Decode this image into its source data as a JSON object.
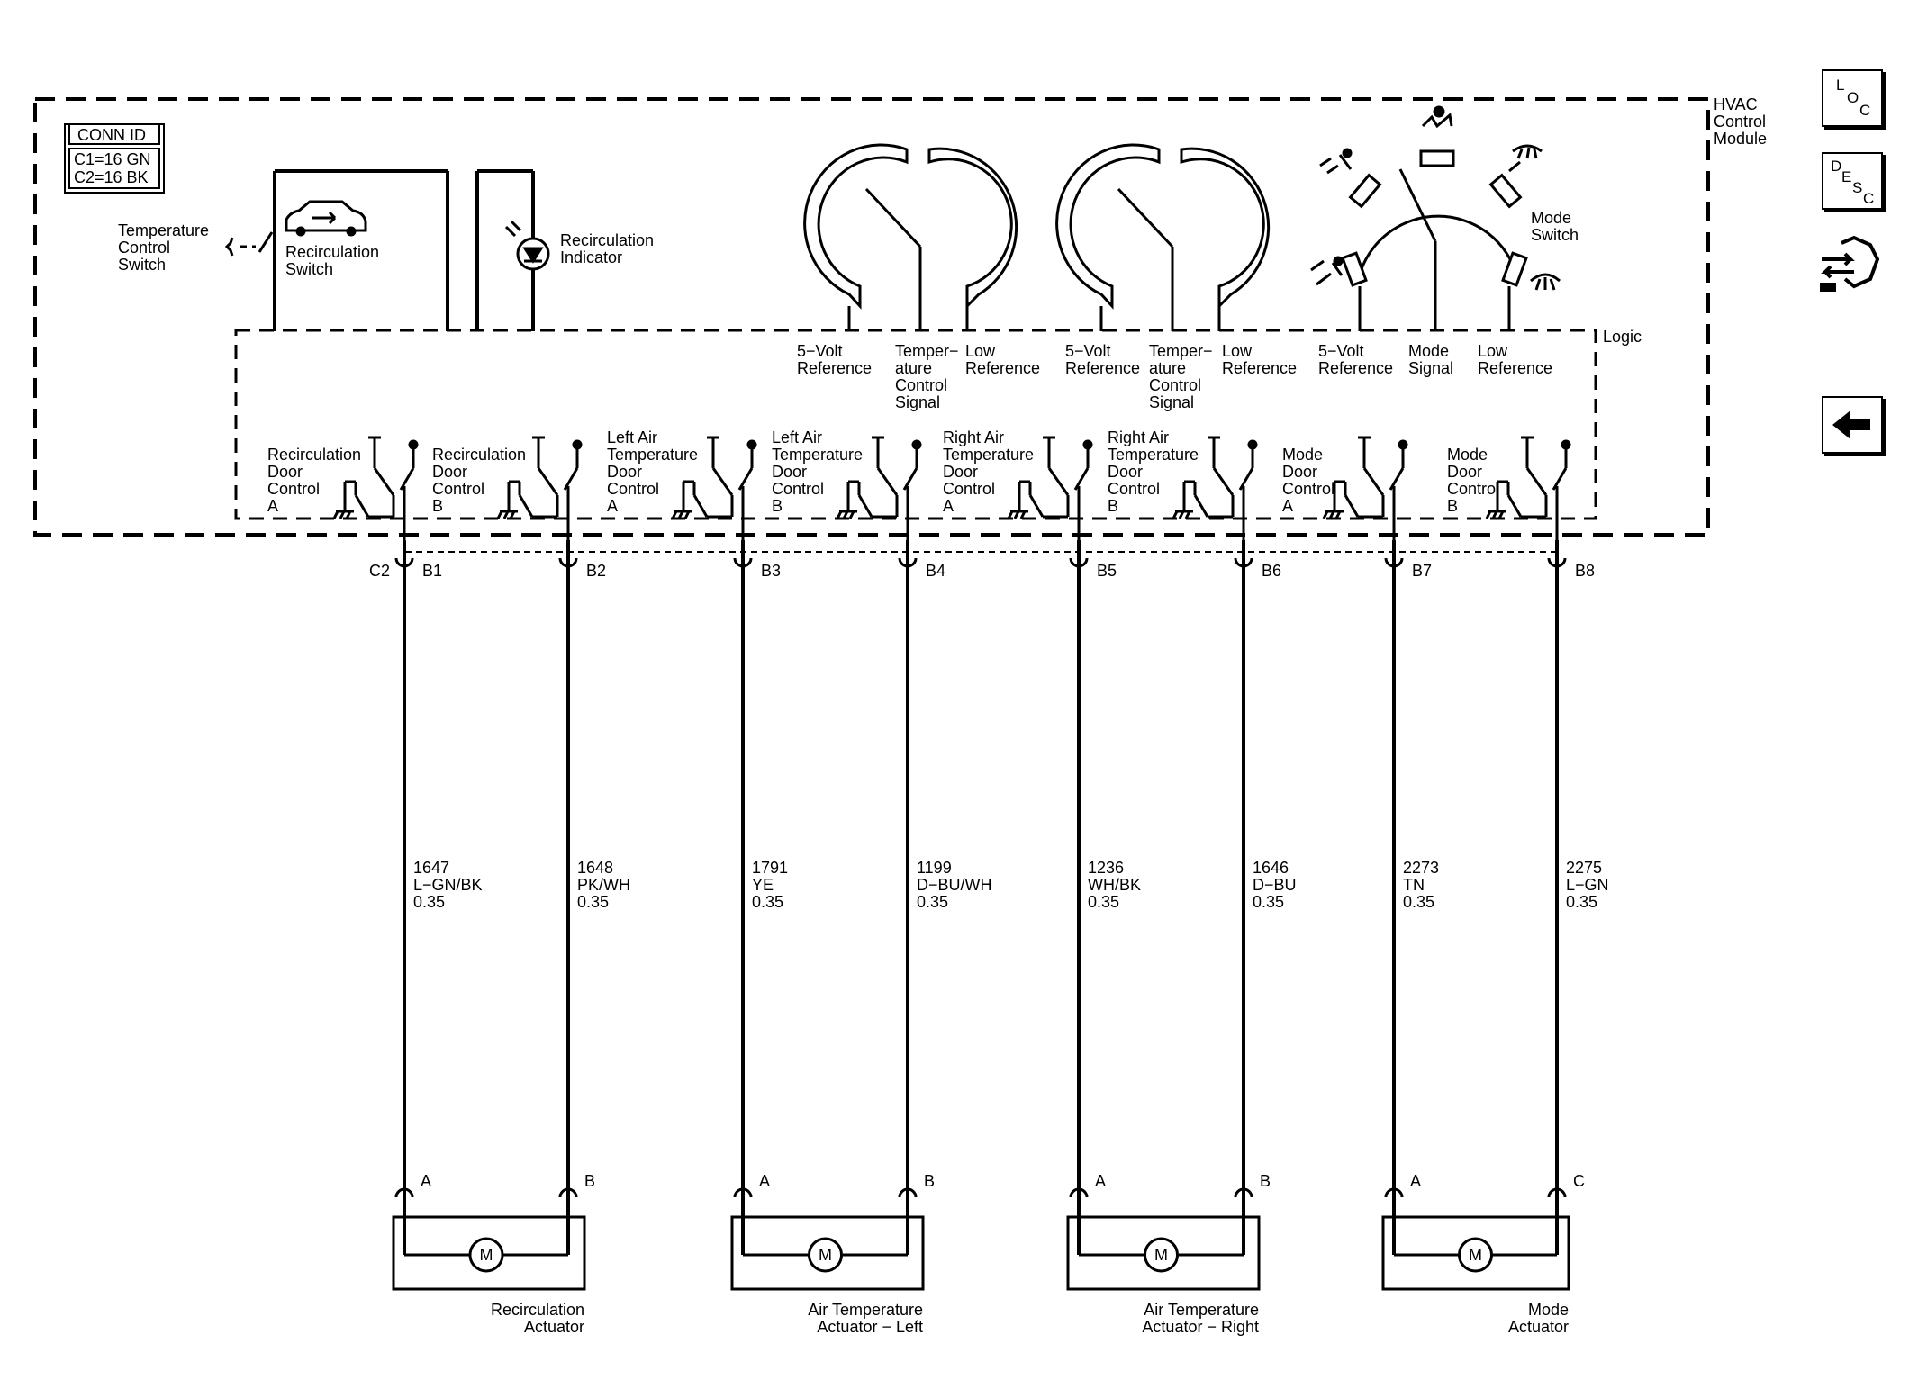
{
  "module": {
    "title_lines": [
      "HVAC",
      "Control",
      "Module"
    ],
    "logic_label": "Logic"
  },
  "conn_id": {
    "title": "CONN ID",
    "lines": [
      "C1=16 GN",
      "C2=16 BK"
    ]
  },
  "components": {
    "temperature_control_switch": [
      "Temperature",
      "Control",
      "Switch"
    ],
    "recirculation_switch": [
      "Recirculation",
      "Switch"
    ],
    "recirculation_indicator": [
      "Recirculation",
      "Indicator"
    ],
    "mode_switch": [
      "Mode",
      "Switch"
    ]
  },
  "logic_signals": [
    {
      "id": "l1",
      "lines": [
        "5−Volt",
        "Reference"
      ]
    },
    {
      "id": "l2",
      "lines": [
        "Temper−",
        "ature",
        "Control",
        "Signal"
      ]
    },
    {
      "id": "l3",
      "lines": [
        "Low",
        "Reference"
      ]
    },
    {
      "id": "l4",
      "lines": [
        "5−Volt",
        "Reference"
      ]
    },
    {
      "id": "l5",
      "lines": [
        "Temper−",
        "ature",
        "Control",
        "Signal"
      ]
    },
    {
      "id": "l6",
      "lines": [
        "Low",
        "Reference"
      ]
    },
    {
      "id": "l7",
      "lines": [
        "5−Volt",
        "Reference"
      ]
    },
    {
      "id": "l8",
      "lines": [
        "Mode",
        "Signal"
      ]
    },
    {
      "id": "l9",
      "lines": [
        "Low",
        "Reference"
      ]
    }
  ],
  "drivers": [
    {
      "id": "d1",
      "lines": [
        "Recirculation",
        "Door",
        "Control",
        "A"
      ]
    },
    {
      "id": "d2",
      "lines": [
        "Recirculation",
        "Door",
        "Control",
        "B"
      ]
    },
    {
      "id": "d3",
      "lines": [
        "Left Air",
        "Temperature",
        "Door",
        "Control",
        "A"
      ]
    },
    {
      "id": "d4",
      "lines": [
        "Left Air",
        "Temperature",
        "Door",
        "Control",
        "B"
      ]
    },
    {
      "id": "d5",
      "lines": [
        "Right Air",
        "Temperature",
        "Door",
        "Control",
        "A"
      ]
    },
    {
      "id": "d6",
      "lines": [
        "Right Air",
        "Temperature",
        "Door",
        "Control",
        "B"
      ]
    },
    {
      "id": "d7",
      "lines": [
        "Mode",
        "Door",
        "Control",
        "A"
      ]
    },
    {
      "id": "d8",
      "lines": [
        "Mode",
        "Door",
        "Control",
        "B"
      ]
    }
  ],
  "connector_label": "C2",
  "pins": [
    "B1",
    "B2",
    "B3",
    "B4",
    "B5",
    "B6",
    "B7",
    "B8"
  ],
  "wires": [
    {
      "circuit": "1647",
      "color": "L−GN/BK",
      "size": "0.35"
    },
    {
      "circuit": "1648",
      "color": "PK/WH",
      "size": "0.35"
    },
    {
      "circuit": "1791",
      "color": "YE",
      "size": "0.35"
    },
    {
      "circuit": "1199",
      "color": "D−BU/WH",
      "size": "0.35"
    },
    {
      "circuit": "1236",
      "color": "WH/BK",
      "size": "0.35"
    },
    {
      "circuit": "1646",
      "color": "D−BU",
      "size": "0.35"
    },
    {
      "circuit": "2273",
      "color": "TN",
      "size": "0.35"
    },
    {
      "circuit": "2275",
      "color": "L−GN",
      "size": "0.35"
    }
  ],
  "actuators": [
    {
      "id": "a1",
      "pins": [
        "A",
        "B"
      ],
      "motor": "M",
      "name_lines": [
        "Recirculation",
        "Actuator"
      ]
    },
    {
      "id": "a2",
      "pins": [
        "A",
        "B"
      ],
      "motor": "M",
      "name_lines": [
        "Air Temperature",
        "Actuator − Left"
      ]
    },
    {
      "id": "a3",
      "pins": [
        "A",
        "B"
      ],
      "motor": "M",
      "name_lines": [
        "Air Temperature",
        "Actuator − Right"
      ]
    },
    {
      "id": "a4",
      "pins": [
        "A",
        "C"
      ],
      "motor": "M",
      "name_lines": [
        "Mode",
        "Actuator"
      ]
    }
  ],
  "nav": {
    "loc": [
      "L",
      "O",
      "C"
    ],
    "desc": [
      "D",
      "E",
      "S",
      "C"
    ],
    "icons": {
      "loc": "location-icon",
      "desc": "description-icon",
      "conn": "connector-end-view-icon",
      "back": "back-arrow-icon"
    }
  }
}
